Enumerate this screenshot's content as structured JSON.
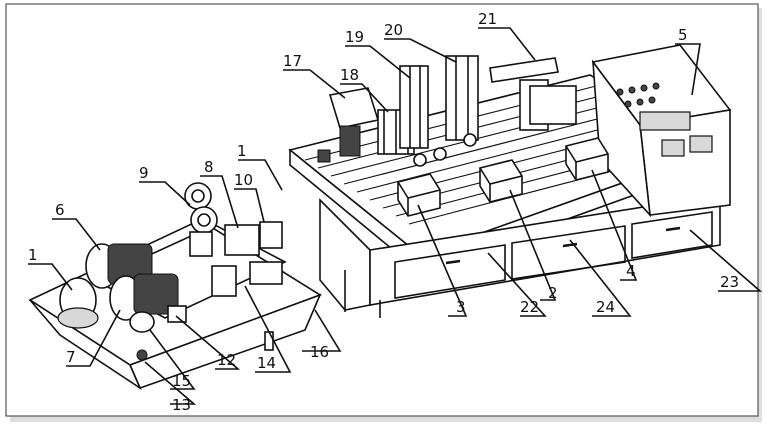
{
  "callouts": [
    {
      "id": "c1a",
      "text": "1"
    },
    {
      "id": "c1b",
      "text": "1"
    },
    {
      "id": "c2",
      "text": "2"
    },
    {
      "id": "c3",
      "text": "3"
    },
    {
      "id": "c4",
      "text": "4"
    },
    {
      "id": "c5",
      "text": "5"
    },
    {
      "id": "c6",
      "text": "6"
    },
    {
      "id": "c7",
      "text": "7"
    },
    {
      "id": "c8",
      "text": "8"
    },
    {
      "id": "c9",
      "text": "9"
    },
    {
      "id": "c10",
      "text": "10"
    },
    {
      "id": "c12",
      "text": "12"
    },
    {
      "id": "c13",
      "text": "13"
    },
    {
      "id": "c14",
      "text": "14"
    },
    {
      "id": "c15",
      "text": "15"
    },
    {
      "id": "c16",
      "text": "16"
    },
    {
      "id": "c17",
      "text": "17"
    },
    {
      "id": "c18",
      "text": "18"
    },
    {
      "id": "c19",
      "text": "19"
    },
    {
      "id": "c20",
      "text": "20"
    },
    {
      "id": "c21",
      "text": "21"
    },
    {
      "id": "c22",
      "text": "22"
    },
    {
      "id": "c23",
      "text": "23"
    },
    {
      "id": "c24",
      "text": "24"
    }
  ]
}
